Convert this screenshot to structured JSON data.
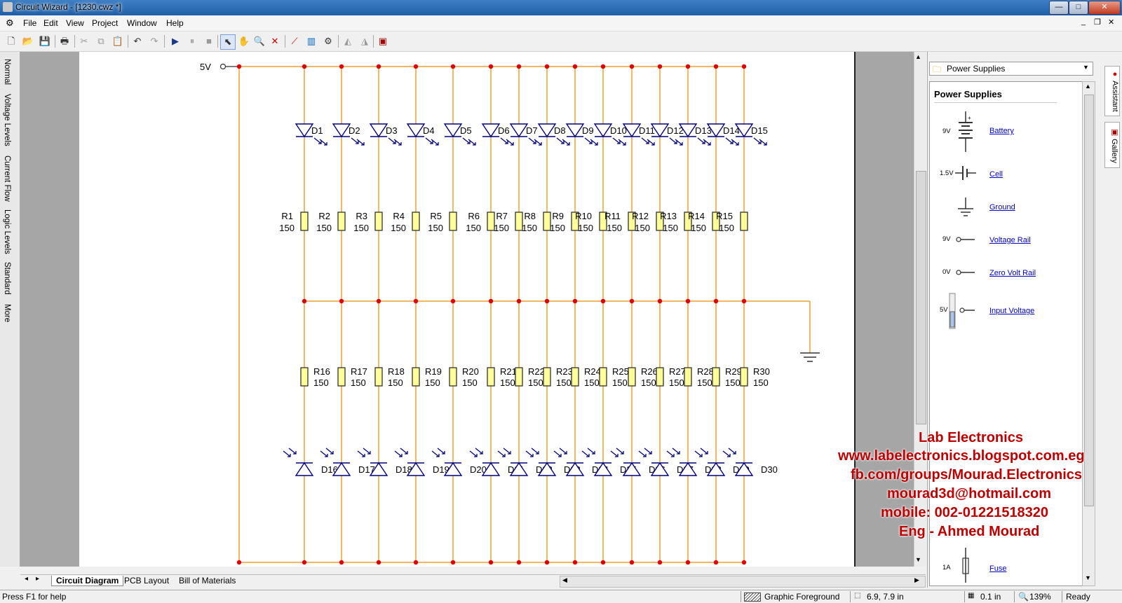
{
  "window": {
    "title": "Circuit Wizard - [1230.cwz *]",
    "min": "—",
    "max": "□",
    "close": "✕"
  },
  "menu": [
    "File",
    "Edit",
    "View",
    "Project",
    "Window",
    "Help"
  ],
  "mdi": {
    "min": "_",
    "restore": "❐",
    "close": "✕"
  },
  "left_tabs": [
    "Normal",
    "Voltage Levels",
    "Current Flow",
    "Logic Levels",
    "Standard",
    "More"
  ],
  "circuit": {
    "supply_label": "5V",
    "top_diodes": [
      "D1",
      "D2",
      "D3",
      "D4",
      "D5",
      "D6",
      "D7",
      "D8",
      "D9",
      "D10",
      "D11",
      "D12",
      "D13",
      "D14",
      "D15"
    ],
    "top_resistors": [
      "R1",
      "R2",
      "R3",
      "R4",
      "R5",
      "R6",
      "R7",
      "R8",
      "R9",
      "R10",
      "R11",
      "R12",
      "R13",
      "R14",
      "R15"
    ],
    "bottom_resistors": [
      "R16",
      "R17",
      "R18",
      "R19",
      "R20",
      "R21",
      "R22",
      "R23",
      "R24",
      "R25",
      "R26",
      "R27",
      "R28",
      "R29",
      "R30"
    ],
    "bottom_diodes": [
      "D16",
      "D17",
      "D18",
      "D19",
      "D20",
      "D21",
      "D22",
      "D23",
      "D24",
      "D25",
      "D26",
      "D27",
      "D28",
      "D29",
      "D30"
    ],
    "resistor_value": "150",
    "colors": {
      "wire": "#f0a030",
      "node": "#e00000",
      "component": "#000080",
      "resistor_fill": "#ffff99"
    }
  },
  "bottom_tabs": [
    "Circuit Diagram",
    "PCB Layout",
    "Bill of Materials"
  ],
  "gallery": {
    "dropdown": "Power Supplies",
    "heading": "Power Supplies",
    "items": [
      {
        "label": "Battery",
        "value": "9V",
        "icon": "battery-icon"
      },
      {
        "label": "Cell",
        "value": "1.5V",
        "icon": "cell-icon"
      },
      {
        "label": "Ground",
        "value": "",
        "icon": "ground-icon"
      },
      {
        "label": "Voltage Rail",
        "value": "9V",
        "icon": "voltage-rail-icon"
      },
      {
        "label": "Zero Volt Rail",
        "value": "0V",
        "icon": "zero-volt-rail-icon"
      },
      {
        "label": "Input Voltage",
        "value": "5V",
        "icon": "input-voltage-icon"
      },
      {
        "label": "Fuse",
        "value": "1A",
        "icon": "fuse-icon"
      }
    ]
  },
  "right_tabs": [
    "Assistant",
    "Gallery"
  ],
  "watermark": [
    "Lab Electronics",
    "www.labelectronics.blogspot.com.eg",
    "fb.com/groups/Mourad.Electronics",
    "mourad3d@hotmail.com",
    "mobile: 002-01221518320",
    "Eng - Ahmed Mourad"
  ],
  "status": {
    "help": "Press F1 for help",
    "foreground": "Graphic Foreground",
    "coords": "6.9, 7.9 in",
    "grid": "0.1 in",
    "zoom": "139%",
    "state": "Ready"
  }
}
